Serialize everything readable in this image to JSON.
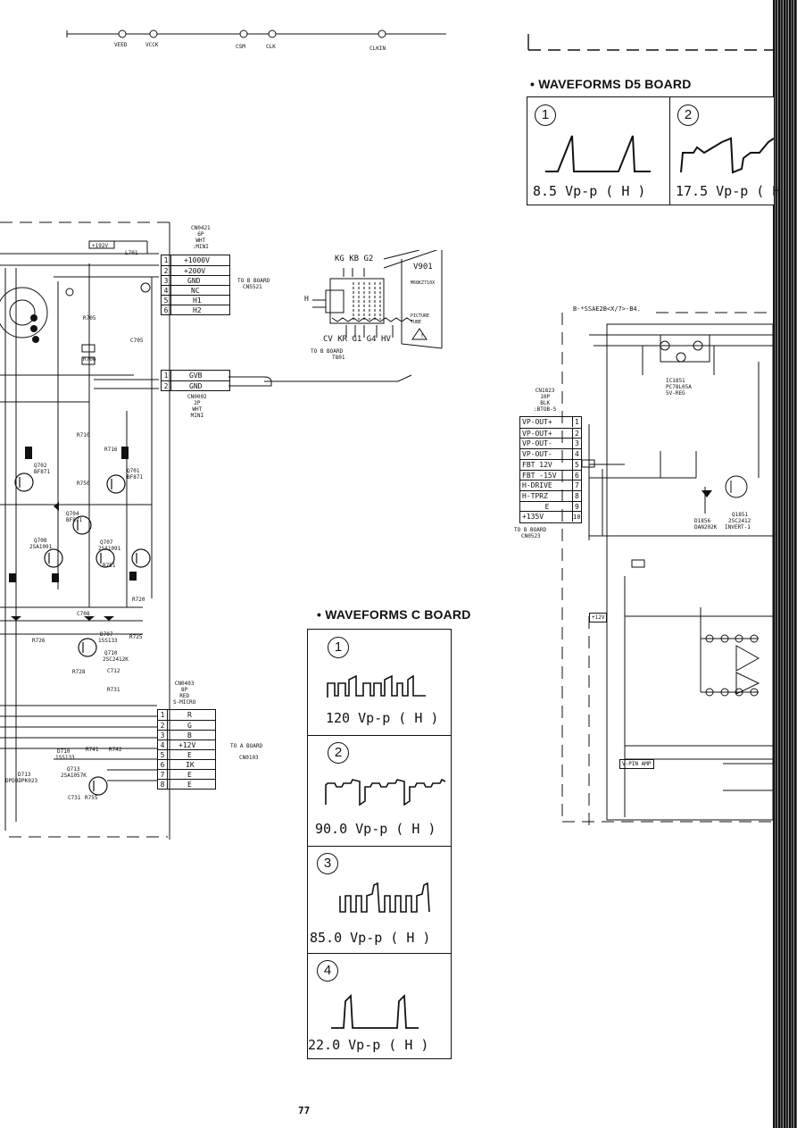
{
  "page_number": "77",
  "top_connector": {
    "labels": [
      "VEED",
      "VCCK",
      "CSM",
      "CLK",
      "CLKIN"
    ]
  },
  "d5": {
    "title": "• WAVEFORMS D5 BOARD",
    "waveforms": [
      {
        "num": "1",
        "value": "8.5 Vp-p ( H )"
      },
      {
        "num": "2",
        "value": "17.5 Vp-p ( H"
      }
    ]
  },
  "c": {
    "title": "• WAVEFORMS C BOARD",
    "waveforms": [
      {
        "num": "1",
        "value": "120 Vp-p ( H )"
      },
      {
        "num": "2",
        "value": "90.0 Vp-p ( H )"
      },
      {
        "num": "3",
        "value": "85.0 Vp-p ( H )"
      },
      {
        "num": "4",
        "value": "22.0 Vp-p ( H )"
      }
    ]
  },
  "cn0421": {
    "header": [
      "CN0421",
      "6P",
      "WHT",
      ":MINI"
    ],
    "pins": [
      {
        "n": "1",
        "label": "+1000V"
      },
      {
        "n": "2",
        "label": "+200V"
      },
      {
        "n": "3",
        "label": "GND"
      },
      {
        "n": "4",
        "label": "NC"
      },
      {
        "n": "5",
        "label": "H1"
      },
      {
        "n": "6",
        "label": "H2"
      }
    ],
    "to": [
      "TO B BOARD",
      "CN5521"
    ]
  },
  "cn0002": {
    "header": [
      "CN0002",
      "2P",
      "WHT",
      "MINI"
    ],
    "pins": [
      {
        "n": "1",
        "label": "GVB"
      },
      {
        "n": "2",
        "label": "GND"
      }
    ]
  },
  "cn0403": {
    "header": [
      "CN0403",
      "8P",
      "RED",
      "S-MICRO"
    ],
    "pins": [
      {
        "n": "1",
        "label": "R"
      },
      {
        "n": "2",
        "label": "G"
      },
      {
        "n": "3",
        "label": "B"
      },
      {
        "n": "4",
        "label": "+12V"
      },
      {
        "n": "5",
        "label": "E"
      },
      {
        "n": "6",
        "label": "IK"
      },
      {
        "n": "7",
        "label": "E"
      },
      {
        "n": "8",
        "label": "E"
      }
    ],
    "to": [
      "TO A BOARD",
      "CN0103"
    ]
  },
  "cn1823": {
    "header": [
      "CN1823",
      "10P",
      "BLK",
      ":BTOB-S"
    ],
    "pins": [
      {
        "n": "1",
        "label": "VP-OUT+"
      },
      {
        "n": "2",
        "label": "VP-OUT+"
      },
      {
        "n": "3",
        "label": "VP-OUT-"
      },
      {
        "n": "4",
        "label": "VP-OUT-"
      },
      {
        "n": "5",
        "label": "FBT 12V"
      },
      {
        "n": "6",
        "label": "FBT -15V"
      },
      {
        "n": "7",
        "label": "H-DRIVE"
      },
      {
        "n": "8",
        "label": "H-TPRZ"
      },
      {
        "n": "9",
        "label": "E"
      },
      {
        "n": "10",
        "label": "+135V"
      }
    ],
    "to": [
      "TO B BOARD",
      "CN0523"
    ]
  },
  "crt": {
    "top_pins": "KG KB G2",
    "socket": "V901",
    "tube_code": "M68KZ710X",
    "tube_label": [
      "PICTURE",
      "TUBE"
    ],
    "bottom_pins": "CV  KR G1  G4 HV",
    "h_label": "H",
    "to": [
      "TO B BOARD",
      "T801"
    ]
  },
  "d5_board": {
    "ref": "B-*SSAE2B<X/7>-B4.",
    "ic": [
      "IC1851",
      "PC78L05A",
      "5V-REG"
    ],
    "transistor": [
      "Q1851",
      "2SC2412",
      "INVERT-1"
    ],
    "diode": [
      "D1856",
      "DAN202K"
    ],
    "v12": "+12V",
    "vpin": "V-PIN AMP"
  },
  "c_parts": {
    "tags": [
      "+192V",
      "Q702",
      "BF871",
      "Q701",
      "BF871",
      "Q704",
      "BF871",
      "Q708",
      "2SA1091",
      "Q707",
      "2SA1091",
      "Q710",
      "2SC2412K",
      "Q713",
      "2SA1057K",
      "D707",
      "1SS133",
      "D710",
      "1SS133",
      "D713",
      "DPDBDPK023",
      "L701",
      "C705",
      "R705",
      "R706",
      "R710",
      "R716",
      "R750",
      "R751",
      "R720",
      "C708",
      "R726",
      "R725",
      "C712",
      "R728",
      "R731",
      "R741",
      "R742",
      "R755",
      "C731"
    ]
  },
  "colors": {
    "ink": "#111111",
    "paper": "#ffffff"
  }
}
